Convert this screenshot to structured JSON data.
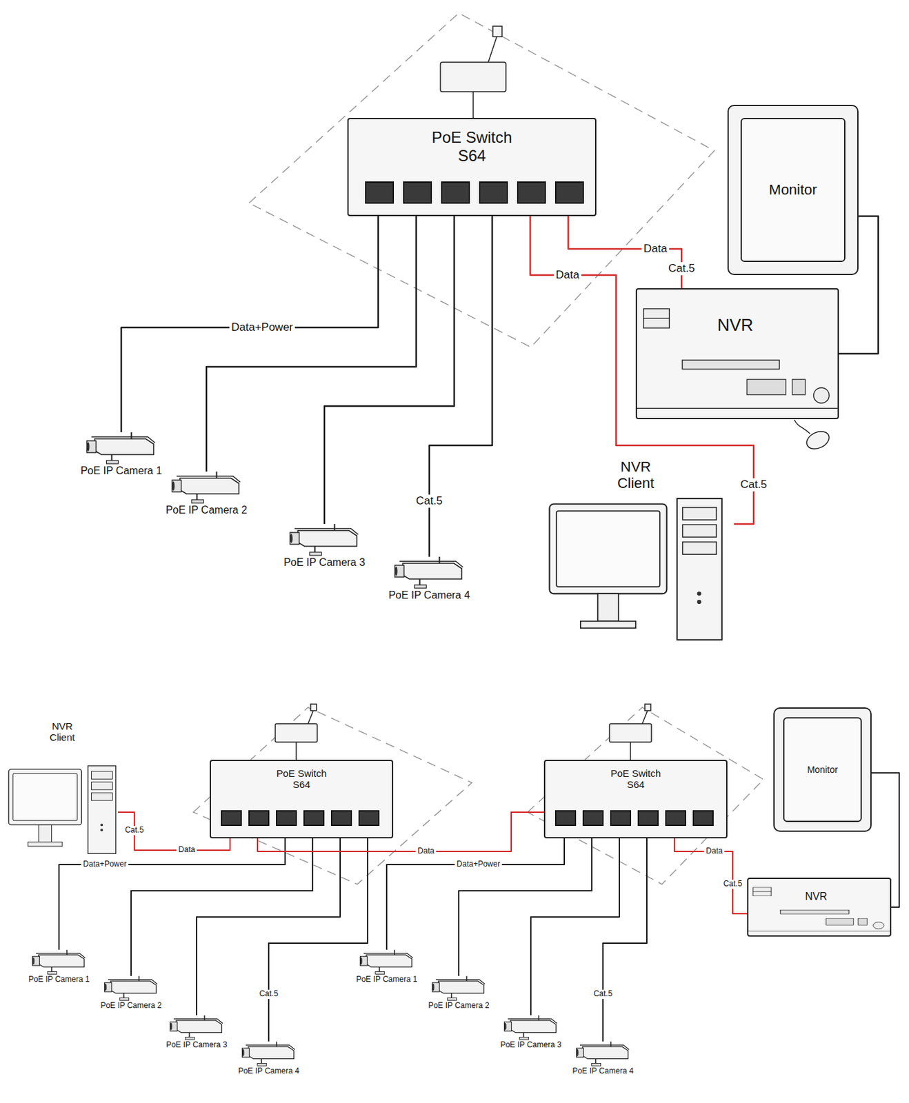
{
  "diagram": {
    "nodes": [
      {
        "text": [
          "PoE Switch S64"
        ]
      },
      {
        "text": [
          "Monitor"
        ]
      },
      {
        "text": [
          "NVR"
        ]
      },
      {
        "text": [
          "NVR Client"
        ]
      },
      {
        "text": [
          "PoE IP Camera 1"
        ]
      },
      {
        "text": [
          "PoE IP Camera 2"
        ]
      },
      {
        "text": [
          "PoE IP Camera 3"
        ]
      },
      {
        "text": [
          "PoE IP Camera 4"
        ]
      },
      {
        "text": [
          "NVR Client"
        ]
      },
      {
        "text": [
          "PoE Switch S64"
        ]
      },
      {
        "text": [
          "PoE Switch S64"
        ]
      },
      {
        "text": [
          "Monitor"
        ]
      },
      {
        "text": [
          "NVR"
        ]
      },
      {
        "text": [
          "PoE IP Camera 1"
        ]
      },
      {
        "text": [
          "PoE IP Camera 2"
        ]
      },
      {
        "text": [
          "PoE IP Camera 3"
        ]
      },
      {
        "text": [
          "PoE IP Camera 4"
        ]
      },
      {
        "text": [
          "PoE IP Camera 1"
        ]
      },
      {
        "text": [
          "PoE IP Camera 2"
        ]
      },
      {
        "text": [
          "PoE IP Camera 3"
        ]
      },
      {
        "text": [
          "PoE IP Camera 4"
        ]
      }
    ],
    "edges": [
      {
        "from": 4,
        "to": 0,
        "arrow": "none",
        "label": "Data+Power"
      },
      {
        "from": 5,
        "to": 0,
        "arrow": "none"
      },
      {
        "from": 6,
        "to": 0,
        "arrow": "none"
      },
      {
        "from": 7,
        "to": 0,
        "arrow": "none",
        "label": "Cat.5"
      },
      {
        "from": 0,
        "to": 2,
        "arrow": "none",
        "label": "Data"
      },
      {
        "from": 0,
        "to": 3,
        "arrow": "none",
        "label": "Data"
      },
      {
        "from": 1,
        "to": 2,
        "arrow": "none"
      },
      {
        "from": 13,
        "to": 9,
        "arrow": "none",
        "label": "Data+Power"
      },
      {
        "from": 14,
        "to": 9,
        "arrow": "none"
      },
      {
        "from": 15,
        "to": 9,
        "arrow": "none"
      },
      {
        "from": 16,
        "to": 9,
        "arrow": "none",
        "label": "Cat.5"
      },
      {
        "from": 8,
        "to": 9,
        "arrow": "none",
        "label": "Data"
      },
      {
        "from": 9,
        "to": 10,
        "arrow": "none",
        "label": "Data"
      },
      {
        "from": 17,
        "to": 10,
        "arrow": "none",
        "label": "Data+Power"
      },
      {
        "from": 18,
        "to": 10,
        "arrow": "none"
      },
      {
        "from": 19,
        "to": 10,
        "arrow": "none"
      },
      {
        "from": 20,
        "to": 10,
        "arrow": "none",
        "label": "Cat.5"
      },
      {
        "from": 10,
        "to": 12,
        "arrow": "none",
        "label": "Data"
      },
      {
        "from": 11,
        "to": 12,
        "arrow": "none"
      }
    ],
    "labels": [
      "Cat.5",
      "Cat.5",
      "Cat.5",
      "Cat.5"
    ]
  }
}
